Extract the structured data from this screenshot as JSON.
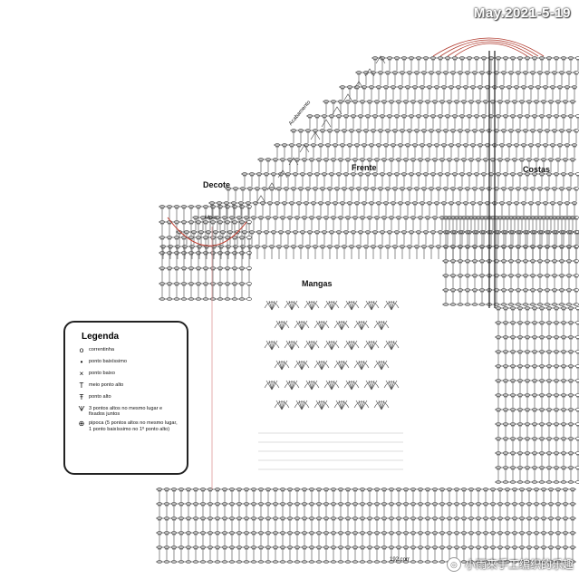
{
  "date_stamp": "May.2021-5-19",
  "labels": {
    "decote": "Decote",
    "meio": "Meio",
    "acabamento": "Acabamento",
    "frente": "Frente",
    "costas": "Costas",
    "mangas": "Mangas",
    "corr": "192 corr"
  },
  "legend": {
    "title": "Legenda",
    "items": [
      {
        "symbol": "o",
        "text": "correntinha"
      },
      {
        "symbol": "•",
        "text": "ponto baixíssimo"
      },
      {
        "symbol": "×",
        "text": "ponto baixo"
      },
      {
        "symbol": "T",
        "text": "meio ponto alto"
      },
      {
        "symbol": "Ŧ",
        "text": "ponto alto"
      },
      {
        "symbol": "ᗐ",
        "text": "3 pontos altos no mesmo lugar e fixados juntos"
      },
      {
        "symbol": "⊕",
        "text": "pipoca (5 pontos altos no mesmo lugar, 1 ponto baixíssimo no 1º ponto alto)"
      }
    ]
  },
  "watermark": "小雨来手工编织的乐趣"
}
